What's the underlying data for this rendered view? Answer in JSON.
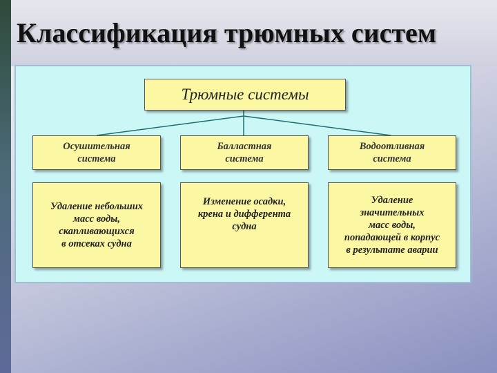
{
  "page_title": "Классификация трюмных систем",
  "root": {
    "label": "Трюмные системы"
  },
  "types": [
    {
      "label": "Осушительная\nсистема",
      "description": "Удаление небольших\nмасс воды,\nскапливающихся\nв отсеках судна"
    },
    {
      "label": "Балластная\nсистема",
      "description": "Изменение осадки,\nкрена и дифферента\nсудна"
    },
    {
      "label": "Водоотливная\nсистема",
      "description": "Удаление\nзначительных\nмасс воды,\nпопадающей в корпус\nв результате аварии"
    }
  ],
  "colors": {
    "panel_fill": "#ccf7f7",
    "box_fill": "#fcf7a2",
    "connector": "#1f6f6f"
  }
}
